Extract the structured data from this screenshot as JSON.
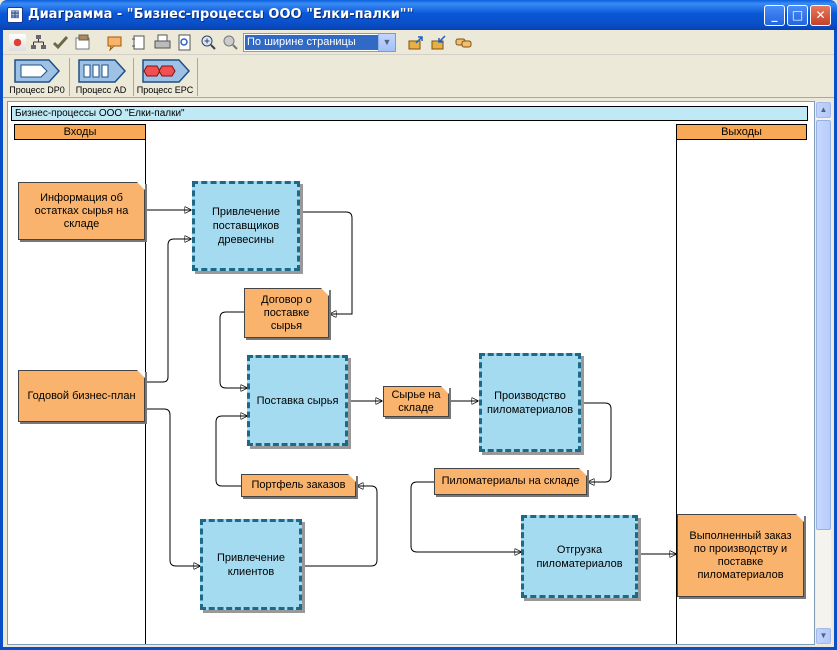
{
  "window": {
    "title": "Диаграмма - \"Бизнес-процессы ООО \"Елки-палки\"\"",
    "title_icon": "diagram-doc-icon",
    "buttons": {
      "minimize": "_",
      "maximize": "□",
      "close": "✕"
    }
  },
  "toolbar": {
    "icons": [
      "delete-icon",
      "hierarchy-icon",
      "check-icon",
      "properties-icon",
      "comment-icon",
      "page-icon",
      "print-icon",
      "print-preview-icon",
      "zoom-in-icon",
      "zoom-out-icon",
      "export-icon",
      "import-icon",
      "link-icon"
    ],
    "zoom": {
      "selected": "По ширине страницы"
    }
  },
  "process_toolbar": [
    {
      "label": "Процесс DP0",
      "icon": "process-dp0-icon"
    },
    {
      "label": "Процесс AD",
      "icon": "process-ad-icon"
    },
    {
      "label": "Процесс EPC",
      "icon": "process-epc-icon"
    }
  ],
  "diagram": {
    "header": "Бизнес-процессы ООО \"Елки-палки\"",
    "lanes": {
      "inputs": "Входы",
      "outputs": "Выходы"
    },
    "inputs": {
      "stock_info": "Информация об остатках сырья на складе",
      "annual_plan": "Годовой бизнес-план"
    },
    "processes": {
      "suppliers": "Привлечение поставщиков древесины",
      "supply": "Поставка сырья",
      "production": "Производство пиломатериалов",
      "clients": "Привлечение клиентов",
      "shipment": "Отгрузка пиломатериалов"
    },
    "documents": {
      "contract": "Договор о поставке сырья",
      "raw_stock": "Сырье на складе",
      "orders": "Портфель заказов",
      "lumber_stock": "Пиломатериалы на складе"
    },
    "outputs": {
      "completed_order": "Выполненный заказ по производству и поставке пиломатериалов"
    }
  },
  "colors": {
    "note": "#f9b36c",
    "process": "#a4dbf0",
    "process_border": "#1d6a86",
    "lane_header": "#f9a955",
    "diagram_header": "#bfe9f5"
  }
}
